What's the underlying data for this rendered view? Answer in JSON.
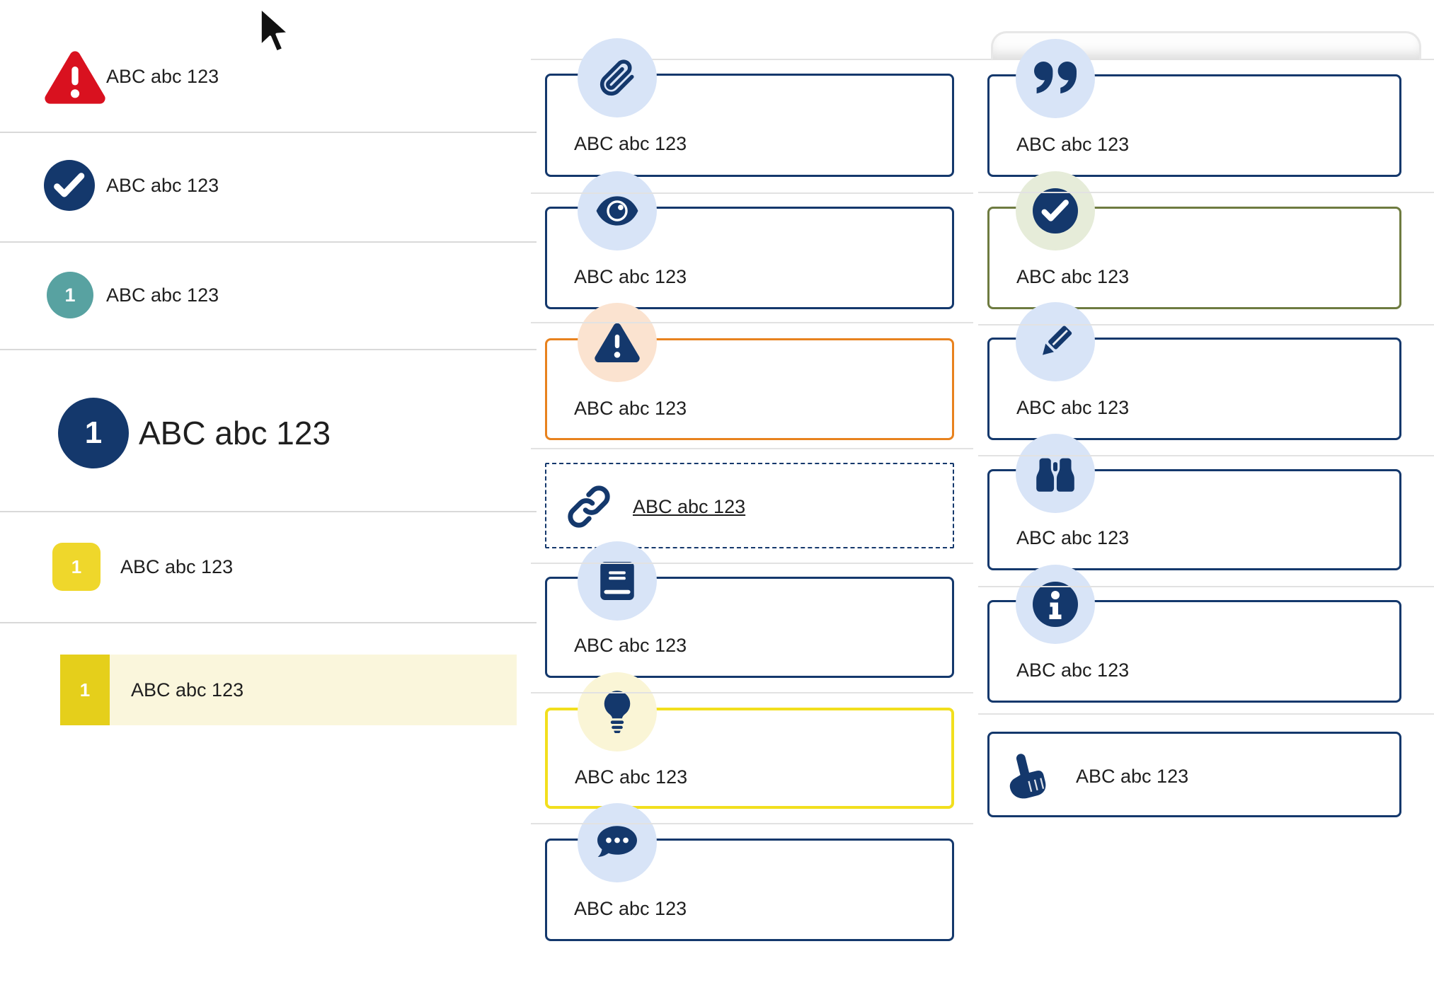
{
  "shared_label": "ABC abc 123",
  "colors": {
    "navy": "#14386c",
    "red": "#d9111f",
    "teal": "#58a2a1",
    "yellow_badge": "#efd72b",
    "yellow_block": "#e5cf1b",
    "row_highlight": "#faf6dc",
    "icon_circle_blue": "#d8e4f7",
    "icon_circle_peach": "#fbe3d0",
    "icon_circle_pale_yellow": "#faf5d6",
    "icon_circle_sage": "#e6ecd9",
    "border_orange": "#e8821e",
    "border_yellow": "#f2df1d",
    "border_olive": "#6e7b40",
    "text": "#1f1f1f"
  },
  "left": {
    "items": [
      {
        "icon": "alert-triangle-icon",
        "label": "ABC abc 123"
      },
      {
        "icon": "check-circle-icon",
        "label": "ABC abc 123"
      },
      {
        "icon": "teal-number-badge",
        "number": "1",
        "label": "ABC abc 123"
      },
      {
        "icon": "navy-number-badge-large",
        "number": "1",
        "label": "ABC abc 123"
      },
      {
        "icon": "yellow-number-square",
        "number": "1",
        "label": "ABC abc 123"
      },
      {
        "icon": "yellow-number-block",
        "number": "1",
        "label": "ABC abc 123",
        "highlighted": true
      }
    ]
  },
  "middle": {
    "cards": [
      {
        "icon": "paperclip-icon",
        "label": "ABC abc 123",
        "border": "navy"
      },
      {
        "icon": "eye-icon",
        "label": "ABC abc 123",
        "border": "navy"
      },
      {
        "icon": "warning-triangle-icon",
        "label": "ABC abc 123",
        "border": "orange"
      },
      {
        "icon": "link-icon",
        "label": "ABC abc 123",
        "border": "navy-dashed",
        "link": true
      },
      {
        "icon": "book-icon",
        "label": "ABC abc 123",
        "border": "navy"
      },
      {
        "icon": "lightbulb-icon",
        "label": "ABC abc 123",
        "border": "yellow"
      },
      {
        "icon": "chat-bubble-icon",
        "label": "ABC abc 123",
        "border": "navy"
      }
    ]
  },
  "right": {
    "cards": [
      {
        "icon": "quote-icon",
        "label": "ABC abc 123",
        "border": "navy"
      },
      {
        "icon": "check-circle-icon",
        "label": "ABC abc 123",
        "border": "olive"
      },
      {
        "icon": "pencil-icon",
        "label": "ABC abc 123",
        "border": "navy"
      },
      {
        "icon": "binoculars-icon",
        "label": "ABC abc 123",
        "border": "navy"
      },
      {
        "icon": "info-icon",
        "label": "ABC abc 123",
        "border": "navy"
      },
      {
        "icon": "hand-pointer-icon",
        "label": "ABC abc 123",
        "border": "navy"
      }
    ]
  }
}
